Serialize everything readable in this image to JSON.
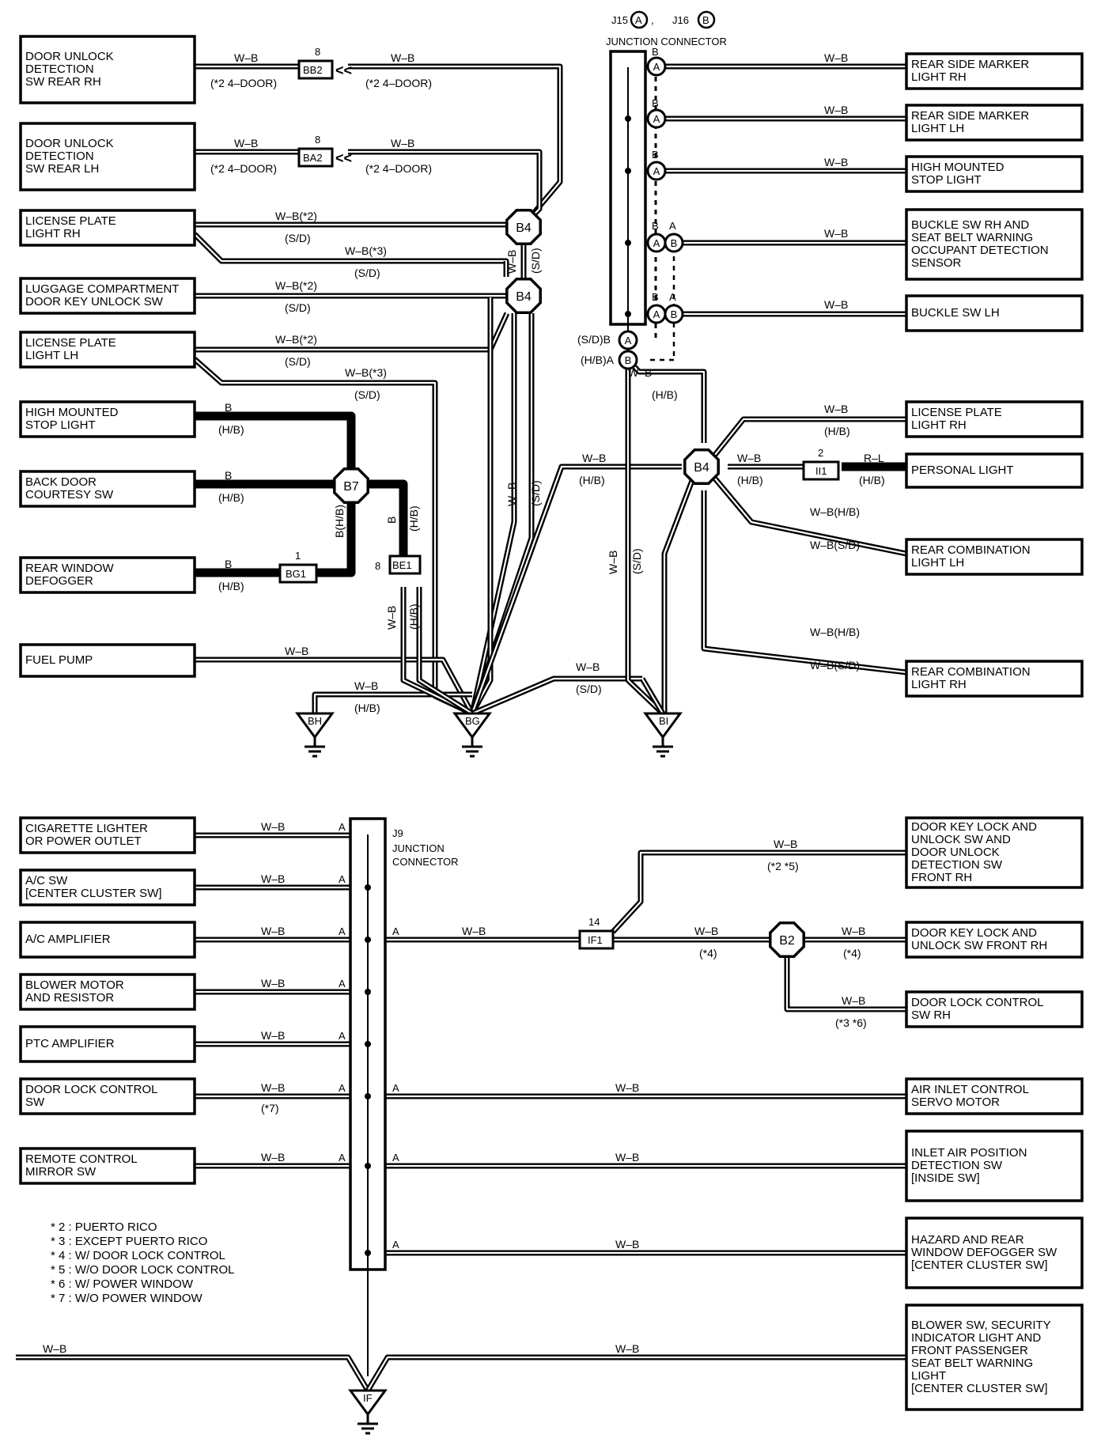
{
  "header": {
    "j15": "J15",
    "j16": "J16",
    "j15_mark": "A",
    "j16_mark": "B",
    "sep": ",",
    "title": "JUNCTION CONNECTOR"
  },
  "j9": {
    "name": "J9",
    "line1": "JUNCTION",
    "line2": "CONNECTOR"
  },
  "boxes": {
    "door_unlock_rr_rh": [
      "DOOR UNLOCK",
      "DETECTION",
      "SW REAR RH"
    ],
    "door_unlock_rr_lh": [
      "DOOR UNLOCK",
      "DETECTION",
      "SW REAR LH"
    ],
    "license_rh_left": [
      "LICENSE PLATE",
      "LIGHT RH"
    ],
    "luggage_sw": [
      "LUGGAGE COMPARTMENT",
      "DOOR KEY UNLOCK SW"
    ],
    "license_lh_left": [
      "LICENSE PLATE",
      "LIGHT LH"
    ],
    "hm_stop_left": [
      "HIGH MOUNTED",
      "STOP LIGHT"
    ],
    "back_door_sw": [
      "BACK DOOR",
      "COURTESY SW"
    ],
    "rear_defogger": [
      "REAR WINDOW",
      "DEFOGGER"
    ],
    "fuel_pump": [
      "FUEL PUMP"
    ],
    "rear_marker_rh": [
      "REAR SIDE MARKER",
      "LIGHT RH"
    ],
    "rear_marker_lh": [
      "REAR SIDE MARKER",
      "LIGHT LH"
    ],
    "hm_stop_right": [
      "HIGH MOUNTED",
      "STOP LIGHT"
    ],
    "buckle_rh": [
      "BUCKLE SW RH AND",
      "SEAT BELT WARNING",
      "OCCUPANT DETECTION",
      "SENSOR"
    ],
    "buckle_lh": [
      "BUCKLE SW LH"
    ],
    "license_rh_right": [
      "LICENSE PLATE",
      "LIGHT RH"
    ],
    "personal_light": [
      "PERSONAL LIGHT"
    ],
    "rear_comb_lh": [
      "REAR COMBINATION",
      "LIGHT LH"
    ],
    "rear_comb_rh": [
      "REAR COMBINATION",
      "LIGHT RH"
    ],
    "cig_lighter": [
      "CIGARETTE LIGHTER",
      "OR POWER OUTLET"
    ],
    "ac_sw": [
      "A/C SW",
      "[CENTER CLUSTER SW]"
    ],
    "ac_amp": [
      "A/C AMPLIFIER"
    ],
    "blower_motor": [
      "BLOWER MOTOR",
      "AND RESISTOR"
    ],
    "ptc_amp": [
      "PTC AMPLIFIER"
    ],
    "door_lock_ctrl_left": [
      "DOOR LOCK CONTROL",
      "SW"
    ],
    "remote_mirror": [
      "REMOTE CONTROL",
      "MIRROR SW"
    ],
    "door_key_front_rh_a": [
      "DOOR KEY LOCK AND",
      "UNLOCK SW AND",
      "DOOR UNLOCK",
      "DETECTION SW",
      "FRONT RH"
    ],
    "door_key_front_rh_b": [
      "DOOR KEY LOCK AND",
      "UNLOCK SW FRONT RH"
    ],
    "door_lock_ctrl_rh": [
      "DOOR LOCK CONTROL",
      "SW RH"
    ],
    "air_inlet_servo": [
      "AIR INLET CONTROL",
      "SERVO MOTOR"
    ],
    "inlet_air_pos": [
      "INLET AIR POSITION",
      "DETECTION SW",
      "[INSIDE SW]"
    ],
    "hazard_sw": [
      "HAZARD AND REAR",
      "WINDOW DEFOGGER SW",
      "[CENTER CLUSTER SW]"
    ],
    "blower_sw": [
      "BLOWER SW, SECURITY",
      "INDICATOR LIGHT AND",
      "FRONT PASSENGER",
      "SEAT BELT WARNING",
      "LIGHT",
      "[CENTER CLUSTER SW]"
    ]
  },
  "connectors": {
    "bb2": "BB2",
    "ba2": "BA2",
    "bg1": "BG1",
    "be1": "BE1",
    "ii1": "II1",
    "if1": "IF1",
    "pin8": "8",
    "pin1": "1",
    "pin2": "2",
    "pin14": "14"
  },
  "junctions": {
    "b4": "B4",
    "b7": "B7",
    "b2": "B2"
  },
  "grounds": {
    "bh": "BH",
    "bg": "BG",
    "bi": "BI",
    "if": "IF"
  },
  "pins": {
    "a": "A",
    "b": "B"
  },
  "wires": {
    "wb": "W–B",
    "b": "B",
    "rl": "R–L",
    "hb": "(H/B)",
    "sd": "(S/D)",
    "wb2": "W–B(*2)",
    "wb3": "W–B(*3)",
    "b_hb": "B(H/B)",
    "wb_hb": "W–B(H/B)",
    "wb_sd": "W–B(S/D)",
    "door24": "(*2 4–DOOR)",
    "n25": "(*2 *5)",
    "n4": "(*4)",
    "n36": "(*3 *6)",
    "n7": "(*7)",
    "sdb": "(S/D)B",
    "hba": "(H/B)A"
  },
  "notes": [
    "* 2 : PUERTO RICO",
    "* 3 : EXCEPT PUERTO RICO",
    "* 4 : W/ DOOR LOCK CONTROL",
    "* 5 : W/O DOOR LOCK CONTROL",
    "* 6 : W/ POWER WINDOW",
    "* 7 : W/O POWER WINDOW"
  ]
}
